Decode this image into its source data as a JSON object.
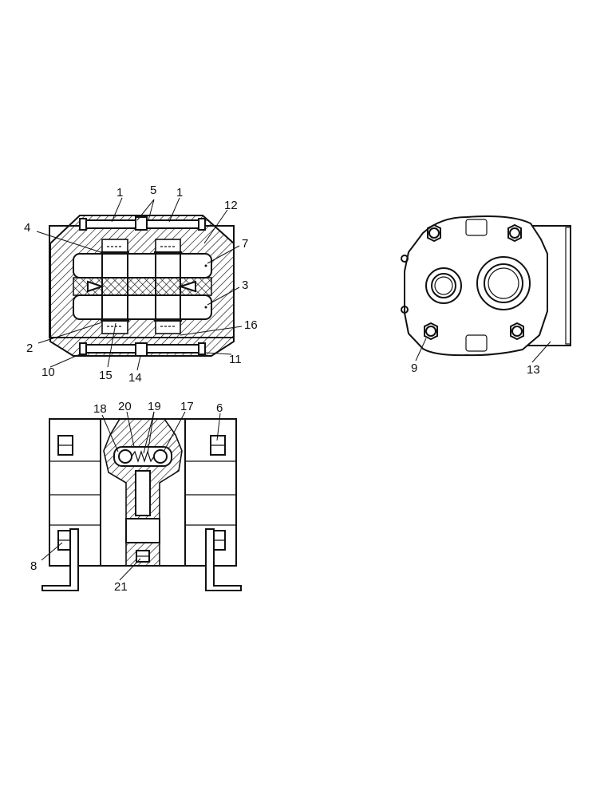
{
  "labels": {
    "top_view": [
      "1",
      "5",
      "1",
      "12",
      "4",
      "7",
      "3",
      "16",
      "2",
      "15",
      "14",
      "10",
      "11"
    ],
    "end_view": [
      "9",
      "13"
    ],
    "bottom_view": [
      "18",
      "20",
      "19",
      "17",
      "6",
      "8",
      "21"
    ]
  }
}
